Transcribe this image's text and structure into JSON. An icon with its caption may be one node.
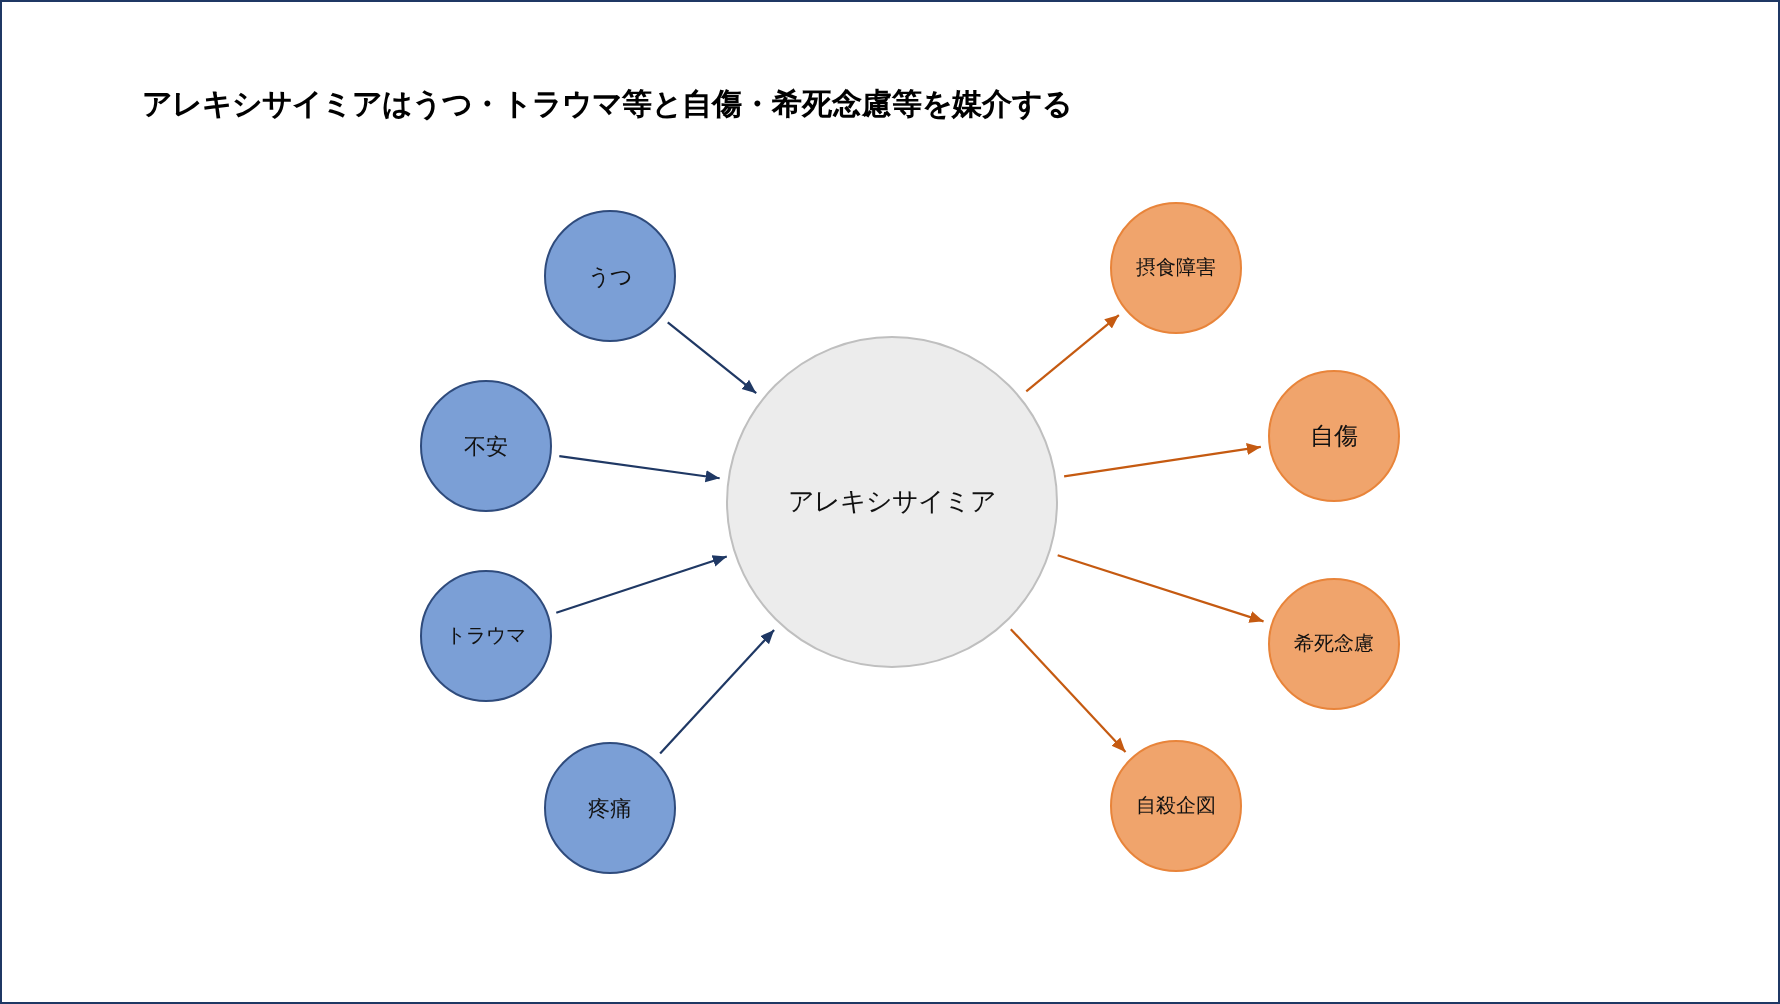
{
  "diagram": {
    "title": "アレキシサイミアはうつ・トラウマ等と自傷・希死念慮等を媒介する",
    "nodes": [
      {
        "text": [
          "うつ"
        ]
      },
      {
        "text": [
          "不安"
        ]
      },
      {
        "text": [
          "トラウマ"
        ]
      },
      {
        "text": [
          "疼痛"
        ]
      },
      {
        "text": [
          "アレキシサイミア"
        ]
      },
      {
        "text": [
          "摂食障害"
        ]
      },
      {
        "text": [
          "自傷"
        ]
      },
      {
        "text": [
          "希死念慮"
        ]
      },
      {
        "text": [
          "自殺企図"
        ]
      }
    ],
    "edges": [
      {
        "from": 0,
        "to": 4,
        "arrow": "to"
      },
      {
        "from": 1,
        "to": 4,
        "arrow": "to"
      },
      {
        "from": 2,
        "to": 4,
        "arrow": "to"
      },
      {
        "from": 3,
        "to": 4,
        "arrow": "to"
      },
      {
        "from": 4,
        "to": 5,
        "arrow": "to",
        "color": "#c55a11"
      },
      {
        "from": 4,
        "to": 6,
        "arrow": "to",
        "color": "#c55a11"
      },
      {
        "from": 4,
        "to": 7,
        "arrow": "to",
        "color": "#c55a11"
      },
      {
        "from": 4,
        "to": 8,
        "arrow": "to",
        "color": "#c55a11"
      }
    ]
  }
}
